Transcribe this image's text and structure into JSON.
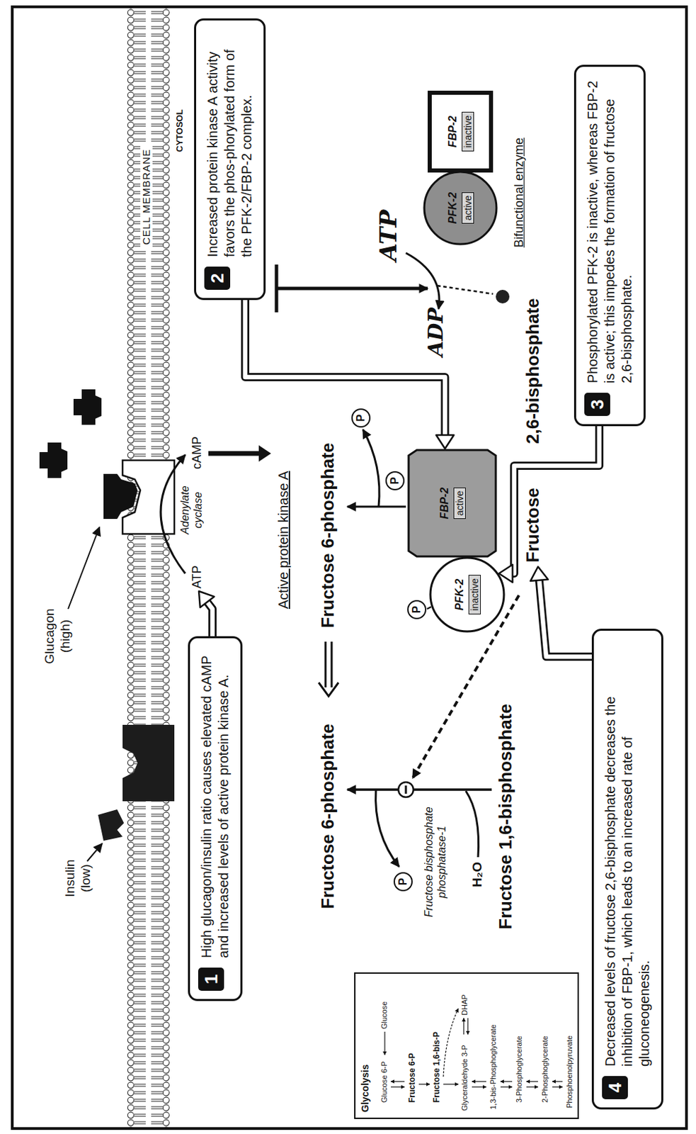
{
  "diagram": {
    "nodes": [
      {
        "text": [
          "1",
          "High glucagon/insulin ratio causes elevated cAMP and increased levels of active protein kinase A."
        ]
      },
      {
        "text": [
          "2",
          "Increased protein kinase A activity favors the phos-phorylated form of the PFK-2/FBP-2 complex."
        ]
      },
      {
        "text": [
          "Glycolysis",
          "Glucose 6-P",
          "Glucose",
          "Fructose 6-P",
          "Fructose 1,6-bis-P",
          "Glyceraldehyde 3-P",
          "DHAP",
          "1,3-bis-Phosphoglycerate",
          "3-Phosphoglycerate",
          "2-Phosphoglycerate",
          "Phosphoenolpyruvate"
        ]
      },
      {
        "text": [
          "PFK-2",
          "inactive"
        ]
      },
      {
        "text": [
          "FBP-2",
          "active"
        ]
      },
      {
        "text": [
          "PFK-2",
          "active"
        ]
      },
      {
        "text": [
          "FBP-2",
          "inactive"
        ]
      },
      {
        "text": [
          "4",
          "Decreased levels of fructose 2,6-bisphosphate decreases the inhibition of FBP-1, which leads to an increased rate of gluconeogenesis."
        ]
      },
      {
        "text": [
          "3",
          "Phosphorylated PFK-2 is inactive, whereas FBP-2 is active; this impedes the formation of fructose 2,6-bisphosphate."
        ]
      }
    ],
    "edges": [
      {
        "from": 1,
        "to": 4,
        "arrow": "to"
      },
      {
        "from": 8,
        "to": 3,
        "arrow": "to"
      }
    ],
    "labels": [
      "Insulin (low)",
      "Glucagon (high)",
      "CELL MEMBRANE",
      "CYTOSOL",
      "Adenylate cyclase",
      "ATP",
      "cAMP",
      "Active protein kinase A",
      "Fructose 6-phosphate",
      "Fructose 6-phosphate",
      "P",
      "P",
      "P",
      "ATP",
      "ADP",
      "Fructose",
      "2,6-bisphosphate",
      "Bifunctional enzyme",
      "Fructose bisphosphate phosphatase-1",
      "P",
      "H₂O",
      "Fructose 1,6-bisphosphate"
    ]
  }
}
